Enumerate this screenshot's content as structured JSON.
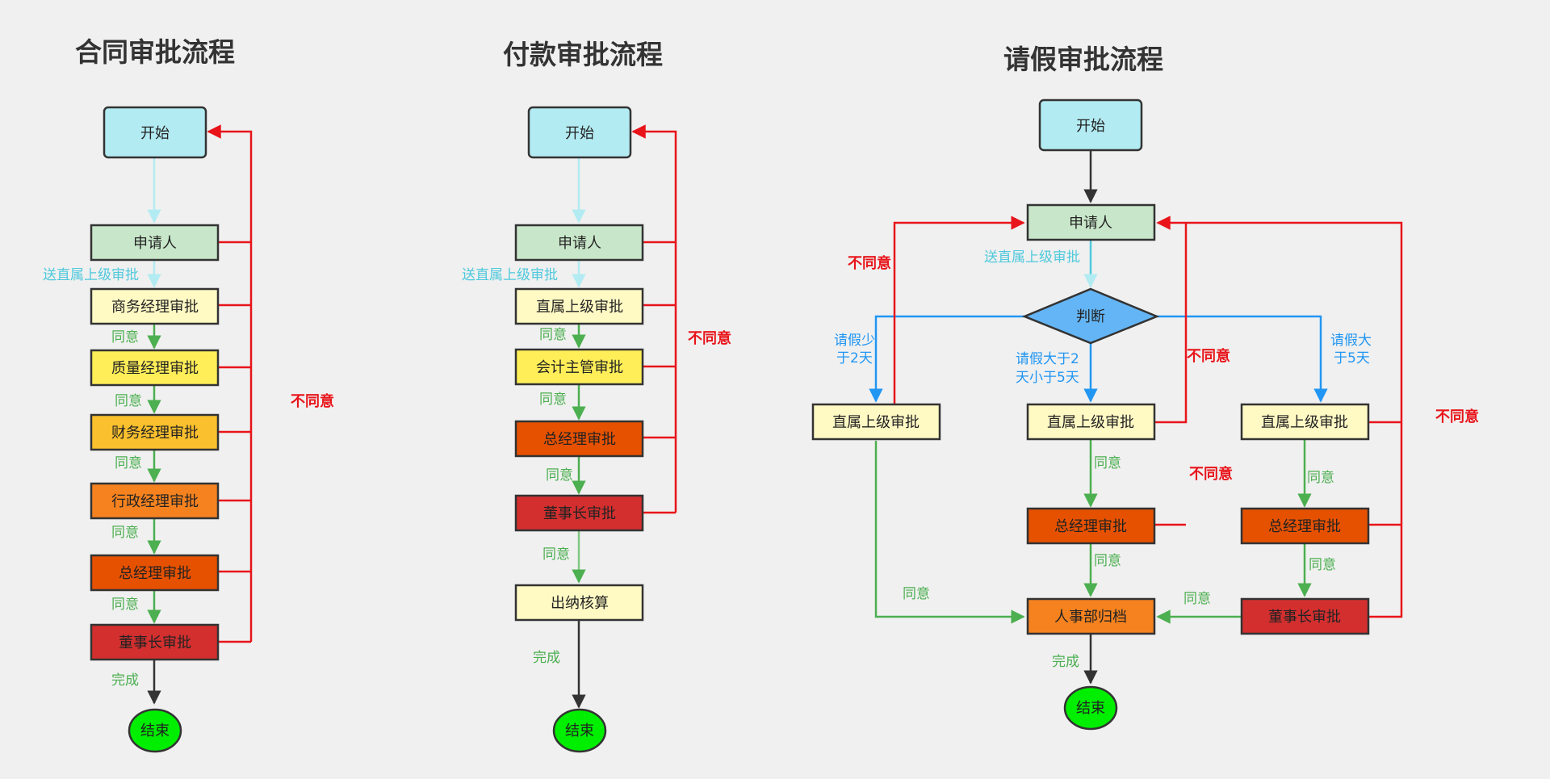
{
  "flows": {
    "contract": {
      "title": "合同审批流程",
      "start": "开始",
      "applicant": "申请人",
      "send_label": "送直属上级审批",
      "step1": "商务经理审批",
      "step2": "质量经理审批",
      "step3": "财务经理审批",
      "step4": "行政经理审批",
      "step5": "总经理审批",
      "step6": "董事长审批",
      "end": "结束",
      "agree": "同意",
      "done": "完成",
      "reject": "不同意"
    },
    "payment": {
      "title": "付款审批流程",
      "start": "开始",
      "applicant": "申请人",
      "send_label": "送直属上级审批",
      "step1": "直属上级审批",
      "step2": "会计主管审批",
      "step3": "总经理审批",
      "step4": "董事长审批",
      "step5": "出纳核算",
      "end": "结束",
      "agree": "同意",
      "done": "完成",
      "reject": "不同意"
    },
    "leave": {
      "title": "请假审批流程",
      "start": "开始",
      "applicant": "申请人",
      "send_label": "送直属上级审批",
      "decision": "判断",
      "branch_left_line1": "请假少",
      "branch_left_line2": "于2天",
      "branch_mid_line1": "请假大于2",
      "branch_mid_line2": "天小于5天",
      "branch_right_line1": "请假大",
      "branch_right_line2": "于5天",
      "left_supervisor": "直属上级审批",
      "mid_supervisor": "直属上级审批",
      "right_supervisor": "直属上级审批",
      "mid_gm": "总经理审批",
      "right_gm": "总经理审批",
      "right_chairman": "董事长审批",
      "hr": "人事部归档",
      "end": "结束",
      "agree": "同意",
      "done": "完成",
      "reject": "不同意"
    }
  },
  "colors": {
    "start": "#b3ebf2",
    "applicant": "#c8e6c9",
    "light_yellow": "#fff9c4",
    "yellow": "#ffee58",
    "amber": "#fbc02d",
    "orange": "#f5821f",
    "deep_orange": "#e65100",
    "red": "#d32f2f",
    "end": "#00ee00",
    "decision": "#64b5f6",
    "reject_line": "#e8141a",
    "agree_line": "#4caf50",
    "cyan_line": "#b3ebf2",
    "blue_line": "#2196f3",
    "dark_line": "#333333"
  }
}
